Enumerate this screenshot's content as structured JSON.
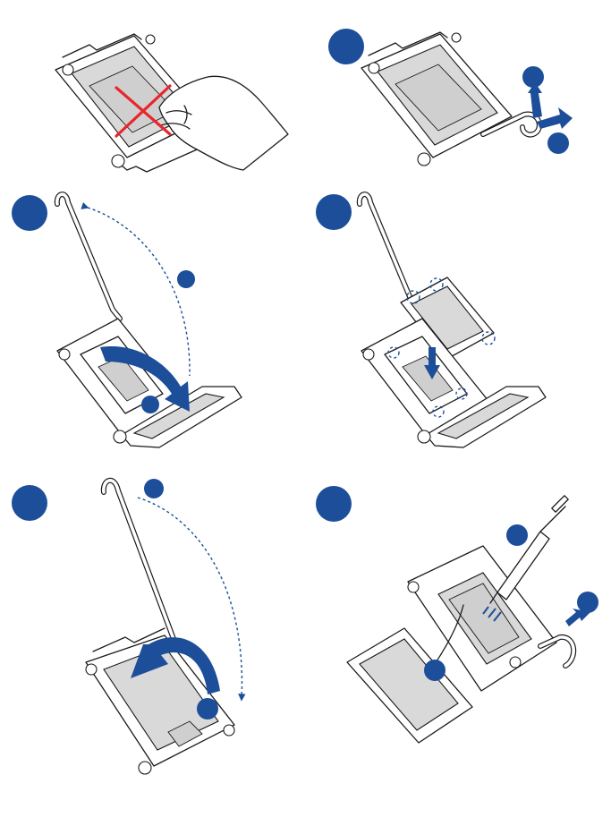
{
  "figure": {
    "panels": [
      {
        "id": "panel-1",
        "step": "",
        "sub_steps": []
      },
      {
        "id": "panel-2",
        "step": "",
        "sub_steps": [
          "",
          ""
        ]
      },
      {
        "id": "panel-3",
        "step": "",
        "sub_steps": [
          "",
          ""
        ]
      },
      {
        "id": "panel-4",
        "step": "",
        "sub_steps": []
      },
      {
        "id": "panel-5",
        "step": "",
        "sub_steps": [
          "",
          ""
        ]
      },
      {
        "id": "panel-6",
        "step": "",
        "sub_steps": [
          "",
          "",
          ""
        ]
      }
    ],
    "colors": {
      "accent": "#1c4e9a",
      "warning": "#e8262c",
      "plate": "#d9d9d9",
      "line": "#1a1a1a"
    }
  }
}
